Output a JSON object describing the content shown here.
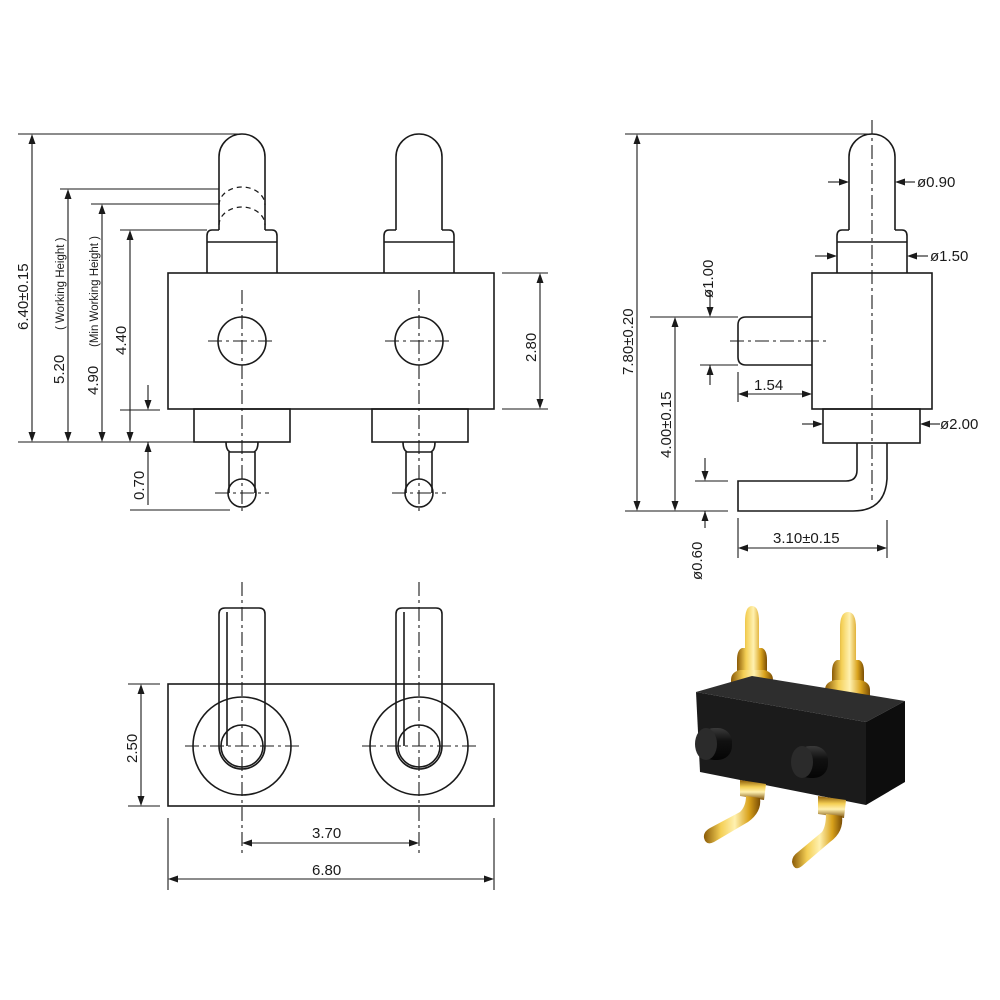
{
  "front_view": {
    "total_height": "6.40±0.15",
    "working_height": "5.20",
    "working_height_note": "( Working Height )",
    "min_working_height": "4.90",
    "min_working_height_note": "(Min Working Height )",
    "height_4_40": "4.40",
    "body_height": "2.80",
    "tail_offset": "0.70"
  },
  "side_view": {
    "overall_height": "7.80±0.20",
    "plunger_dia": "ø0.90",
    "barrel_dia": "ø1.50",
    "post_dia": "ø1.00",
    "post_length": "1.54",
    "tail_height": "4.00±0.15",
    "base_dia": "ø2.00",
    "tail_wire_dia": "ø0.60",
    "tail_length": "3.10±0.15"
  },
  "bottom_view": {
    "body_depth": "2.50",
    "pin_pitch": "3.70",
    "body_width": "6.80"
  },
  "colors": {
    "line": "#1a1a1a",
    "housing": "#1c1c1c",
    "gold": "#d4a017"
  }
}
